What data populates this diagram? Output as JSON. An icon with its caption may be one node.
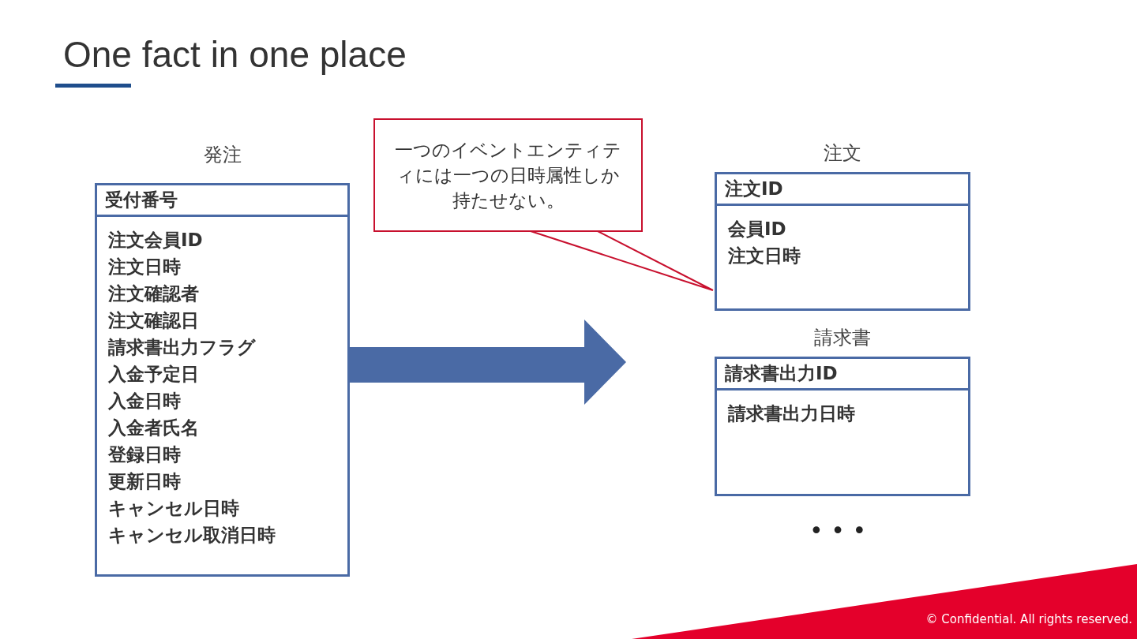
{
  "diagram": {
    "title": "One fact in one place",
    "caption": "© Confidential.  All rights reserved.",
    "nodes": [
      {
        "text": [
          "発注",
          "受付番号",
          "注文会員ID",
          "注文日時",
          "注文確認者",
          "注文確認日",
          "請求書出力フラグ",
          "入金予定日",
          "入金日時",
          "入金者氏名",
          "登録日時",
          "更新日時",
          "キャンセル日時",
          "キャンセル取消日時"
        ]
      },
      {
        "text": [
          "一つのイベントエンティティには一つの日時属性しか持たせない。"
        ]
      },
      {
        "text": [
          "注文",
          "注文ID",
          "会員ID",
          "注文日時"
        ]
      },
      {
        "text": [
          "請求書",
          "請求書出力ID",
          "請求書出力日時"
        ]
      }
    ],
    "edges": [
      {
        "from": 0,
        "to": null,
        "arrow": "to",
        "style": "thick"
      },
      {
        "from": 1,
        "to": 2,
        "arrow": "none",
        "color": "#c8102e"
      }
    ],
    "labels": [
      "• • •"
    ]
  }
}
